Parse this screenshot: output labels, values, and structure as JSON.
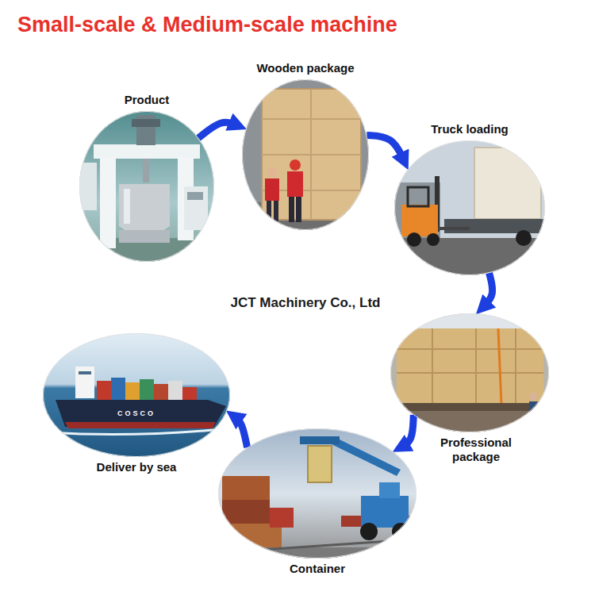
{
  "diagram": {
    "title": "Small-scale & Medium-scale machine",
    "nodes": [
      {
        "text": [
          "Product"
        ]
      },
      {
        "text": [
          "Wooden package"
        ]
      },
      {
        "text": [
          "Truck loading"
        ]
      },
      {
        "text": [
          "Professional package"
        ]
      },
      {
        "text": [
          "Container"
        ]
      },
      {
        "text": [
          "Deliver by sea"
        ]
      }
    ],
    "edges": [
      {
        "from": 0,
        "to": 1,
        "arrow": "to"
      },
      {
        "from": 1,
        "to": 2,
        "arrow": "to"
      },
      {
        "from": 2,
        "to": 3,
        "arrow": "to"
      },
      {
        "from": 3,
        "to": 4,
        "arrow": "to"
      },
      {
        "from": 4,
        "to": 5,
        "arrow": "to"
      }
    ],
    "labels": [
      "JCT Machinery Co., Ltd",
      "COSCO"
    ]
  }
}
